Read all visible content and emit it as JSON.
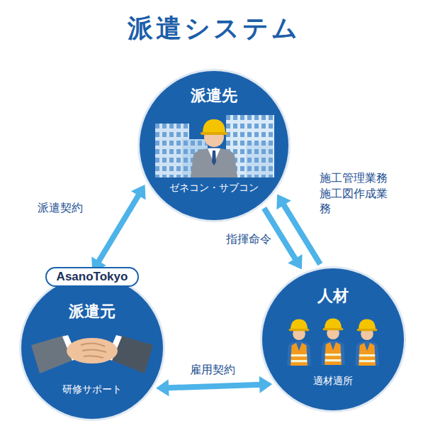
{
  "diagram": {
    "title": "派遣システム",
    "nodes": [
      {
        "text": [
          "派遣先",
          "ゼネコン・サブコン"
        ]
      },
      {
        "text": [
          "AsanoTokyo",
          "派遣元",
          "研修サポート"
        ]
      },
      {
        "text": [
          "人材",
          "適材適所"
        ]
      }
    ],
    "edges": [
      {
        "from": 0,
        "to": 1,
        "arrow": "both",
        "label": "派遣契約"
      },
      {
        "from": 0,
        "to": 2,
        "arrow": "to",
        "label": "指揮命令"
      },
      {
        "from": 2,
        "to": 0,
        "arrow": "to",
        "label": "施工管理業務 施工図作成業務"
      },
      {
        "from": 1,
        "to": 2,
        "arrow": "both",
        "label": "雇用契約"
      }
    ]
  }
}
